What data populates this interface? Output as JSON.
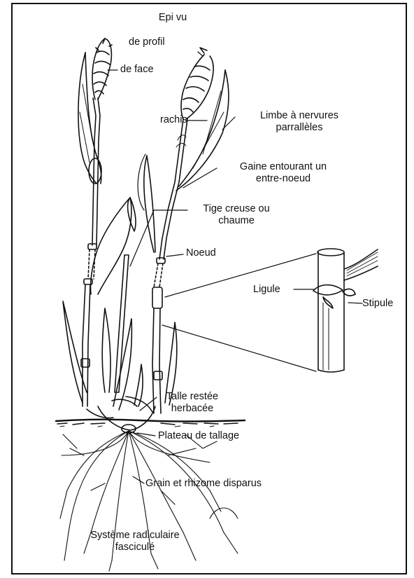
{
  "labels": {
    "epi_vu": "Epi vu",
    "de_profil": "de profil",
    "de_face": "de face",
    "rachis": "rachis",
    "limbe_1": "Limbe à nervures",
    "limbe_2": "parrallèles",
    "gaine_1": "Gaine entourant un",
    "gaine_2": "entre-noeud",
    "tige_1": "Tige creuse ou",
    "tige_2": "chaume",
    "noeud": "Noeud",
    "ligule": "Ligule",
    "stipule": "Stipule",
    "talle_1": "Talle restée",
    "talle_2": "herbacée",
    "plateau": "Plateau de tallage",
    "grain": "Grain et rhizome disparus",
    "systeme_1": "Système radiculaire",
    "systeme_2": "fasciculé"
  },
  "colors": {
    "ink": "#111111",
    "background": "#ffffff"
  }
}
